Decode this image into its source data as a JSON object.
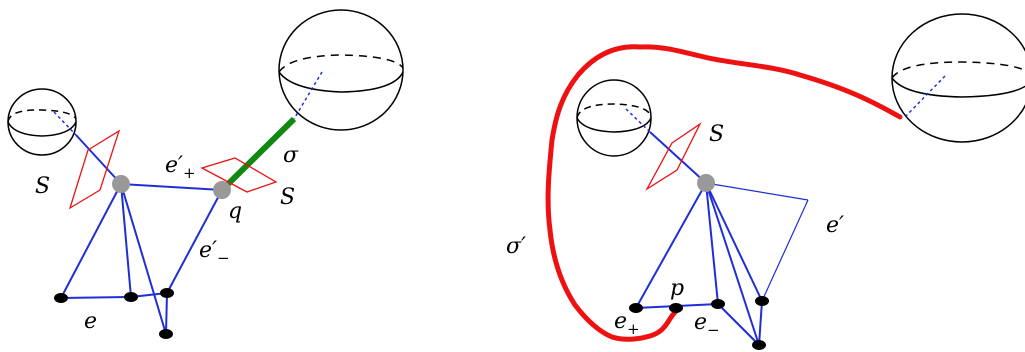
{
  "colors": {
    "edge": "#1f2fd6",
    "sphere": "#000000",
    "disk": "#ee1111",
    "vertex": "#000000",
    "special_vertex": "#999999",
    "sigma": "#118811",
    "sigma_prime": "#ee1111"
  },
  "left_panel": {
    "labels": {
      "S_left": "S",
      "S_right": "S",
      "e_plus": "e",
      "e_plus_prime": "′",
      "e_plus_sub": "+",
      "e_minus": "e",
      "e_minus_prime": "′",
      "e_minus_sub": "−",
      "q": "q",
      "sigma": "σ",
      "e": "e"
    }
  },
  "right_panel": {
    "labels": {
      "S": "S",
      "e_prime": "e′",
      "sigma_prime": "σ′",
      "p": "p",
      "e_plus": "e",
      "e_plus_sub": "+",
      "e_minus": "e",
      "e_minus_sub": "−"
    }
  }
}
